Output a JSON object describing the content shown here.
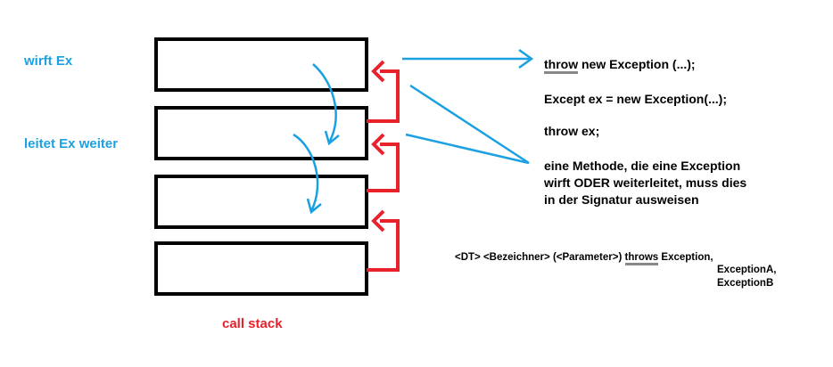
{
  "labels": {
    "throws_ex": "wirft Ex",
    "forwards_ex": "leitet Ex weiter",
    "call_stack": "call stack"
  },
  "code": {
    "line1_keyword": "throw",
    "line1_rest": " new Exception (...);",
    "line2": "Except ex = new Exception(...);",
    "line3": "throw ex;",
    "note_lines": [
      "eine Methode, die eine Exception",
      "wirft ODER weiterleitet, muss dies",
      "in der Signatur ausweisen"
    ],
    "signature_prefix": "<DT> <Bezeichner> (<Parameter>) ",
    "signature_keyword": "throws",
    "signature_exceptions": [
      "Exception,",
      "ExceptionA,",
      "ExceptionB"
    ]
  },
  "colors": {
    "blue": "#1ba1e2",
    "red": "#e8212b",
    "box_border": "#000000",
    "underline": "#888888"
  }
}
